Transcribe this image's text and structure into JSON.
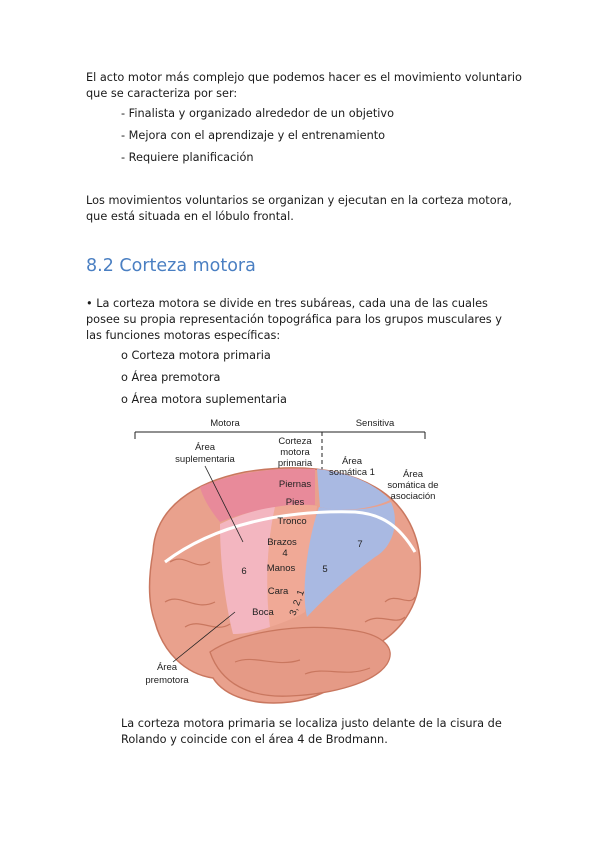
{
  "intro": "El acto motor más complejo que podemos hacer es el movimiento voluntario que se caracteriza por ser:",
  "features": [
    "- Finalista y organizado alrededor de un objetivo",
    "- Mejora con el aprendizaje y el entrenamiento",
    "- Requiere planificación"
  ],
  "paragraph2": "Los movimientos voluntarios se organizan y ejecutan en la corteza motora, que está situada en el lóbulo frontal.",
  "section": {
    "title": "8.2 Corteza motora"
  },
  "paragraph3": "• La corteza motora se divide en tres subáreas, cada una de las cuales posee su propia representación topográfica para los grupos musculares y las funciones motoras específicas:",
  "subareas": [
    "o Corteza motora primaria",
    "o Área premotora",
    "o Área motora suplementaria"
  ],
  "figure": {
    "motora": "Motora",
    "sensitiva": "Sensitiva",
    "area_suplementaria": [
      "Área",
      "suplementaria"
    ],
    "corteza_primaria": [
      "Corteza",
      "motora",
      "primaria"
    ],
    "area_somatica_1": [
      "Área",
      "somática 1"
    ],
    "area_asociacion": [
      "Área",
      "somática de",
      "asociación"
    ],
    "piernas": "Piernas",
    "pies": "Pies",
    "tronco": "Tronco",
    "brazos": [
      "Brazos",
      "4"
    ],
    "manos": "Manos",
    "cara": "Cara",
    "boca": "Boca",
    "num6": "6",
    "num5": "5",
    "num7": "7",
    "num321": "3, 2, 1",
    "area_premotora": [
      "Área",
      "premotora"
    ]
  },
  "caption": "La corteza motora primaria se localiza justo delante de la cisura de Rolando y coincide con el área 4 de Brodmann.",
  "colors": {
    "heading": "#4a7fc2",
    "brain": "#e9a18d",
    "motor": "#e88a9a",
    "sensory": "#a9b9e2"
  }
}
